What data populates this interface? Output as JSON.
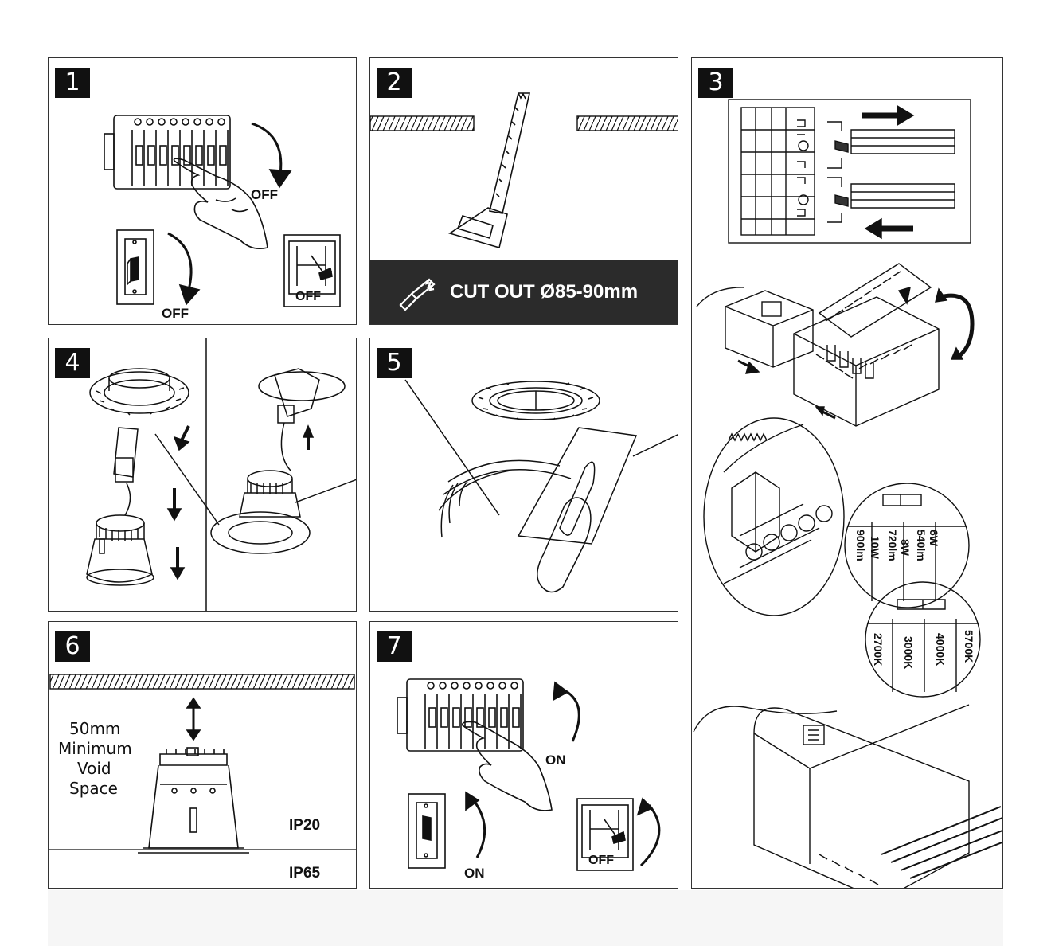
{
  "steps": [
    {
      "number": "1",
      "labels": {
        "breaker_off": "OFF",
        "wall_off": "OFF",
        "isolator_off": "OFF"
      }
    },
    {
      "number": "2",
      "banner": "CUT OUT Ø85-90mm"
    },
    {
      "number": "3",
      "power_table": {
        "p6": "6W",
        "l6": "540lm",
        "p8": "8W",
        "l8": "720lm",
        "p10": "10W",
        "l10": "900lm"
      },
      "cct_table": [
        "5700K",
        "4000K",
        "3000K",
        "2700K"
      ]
    },
    {
      "number": "4"
    },
    {
      "number": "5"
    },
    {
      "number": "6",
      "void": [
        "50mm",
        "Minimum",
        "Void",
        "Space"
      ],
      "ip_top": "IP20",
      "ip_bottom": "IP65"
    },
    {
      "number": "7",
      "labels": {
        "breaker_on": "ON",
        "wall_on": "ON",
        "isolator_off": "OFF"
      }
    }
  ],
  "colors": {
    "ink": "#111111",
    "banner_bg": "#2b2b2b",
    "banner_text": "#ffffff",
    "band": "#f6f6f6"
  }
}
